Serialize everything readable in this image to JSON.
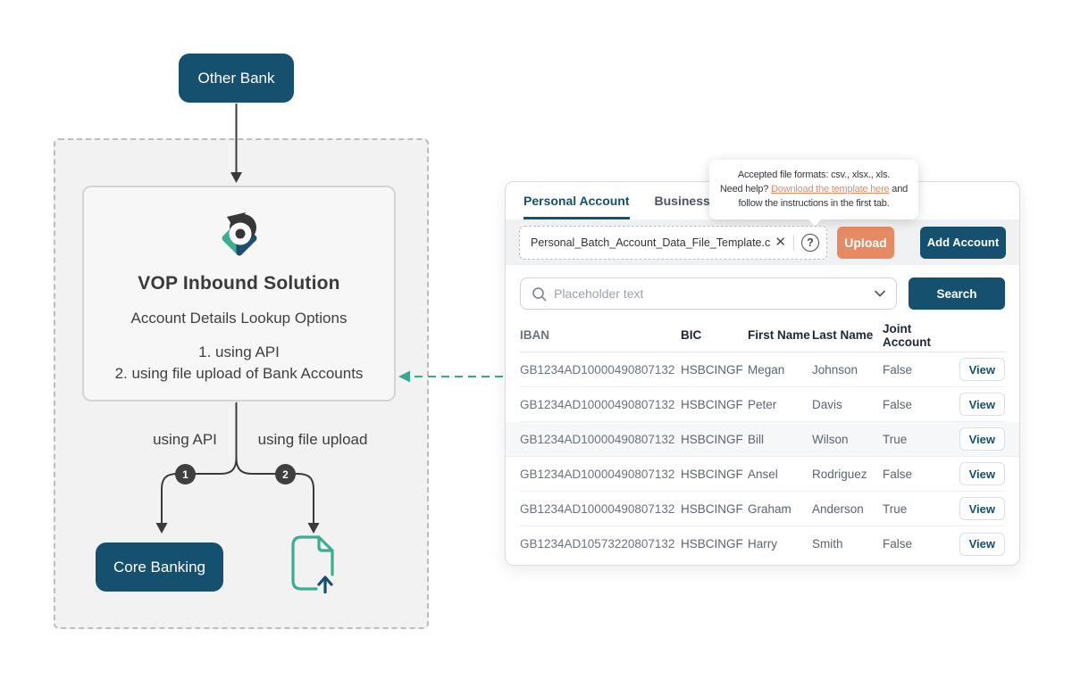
{
  "colors": {
    "navy": "#15506E",
    "salmon": "#E68A64",
    "teal": "#36A98F",
    "charcoal": "#3A3A3A"
  },
  "icons": {
    "clear": "✕",
    "help": "?"
  },
  "diagram": {
    "other_bank": "Other Bank",
    "solution_title": "VOP Inbound Solution",
    "solution_subtitle": "Account Details Lookup Options",
    "option_1": "1. using API",
    "option_2": "2. using file upload of Bank Accounts",
    "branch_api_label": "using API",
    "branch_api_badge": "1",
    "branch_file_label": "using file upload",
    "branch_file_badge": "2",
    "core_banking": "Core Banking"
  },
  "panel": {
    "tabs": [
      {
        "label": "Personal Account",
        "active": true
      },
      {
        "label": "Business Account",
        "active": false
      }
    ],
    "tooltip": {
      "line1": "Accepted file formats: csv., xlsx., xls.",
      "pre_link": "Need help? ",
      "link_text": "Download the template here",
      "post_link": " and follow the instructions in the first tab."
    },
    "upload": {
      "filename": "Personal_Batch_Account_Data_File_Template.csv",
      "upload_button": "Upload",
      "add_account_button": "Add Account"
    },
    "search": {
      "placeholder": "Placeholder text",
      "button": "Search"
    },
    "table": {
      "headers": [
        "IBAN",
        "BIC",
        "First Name",
        "Last Name",
        "Joint Account"
      ],
      "rows": [
        {
          "iban": "GB1234AD10000490807132",
          "bic": "HSBCINGF",
          "first_name": "Megan",
          "last_name": "Johnson",
          "joint_account": "False",
          "action": "View",
          "highlighted": false
        },
        {
          "iban": "GB1234AD10000490807132",
          "bic": "HSBCINGF",
          "first_name": "Peter",
          "last_name": "Davis",
          "joint_account": "False",
          "action": "View",
          "highlighted": false
        },
        {
          "iban": "GB1234AD10000490807132",
          "bic": "HSBCINGF",
          "first_name": "Bill",
          "last_name": "Wilson",
          "joint_account": "True",
          "action": "View",
          "highlighted": true
        },
        {
          "iban": "GB1234AD10000490807132",
          "bic": "HSBCINGF",
          "first_name": "Ansel",
          "last_name": "Rodriguez",
          "joint_account": "False",
          "action": "View",
          "highlighted": false
        },
        {
          "iban": "GB1234AD10000490807132",
          "bic": "HSBCINGF",
          "first_name": "Graham",
          "last_name": "Anderson",
          "joint_account": "True",
          "action": "View",
          "highlighted": false
        },
        {
          "iban": "GB1234AD10573220807132",
          "bic": "HSBCINGF",
          "first_name": "Harry",
          "last_name": "Smith",
          "joint_account": "False",
          "action": "View",
          "highlighted": false
        }
      ]
    }
  }
}
